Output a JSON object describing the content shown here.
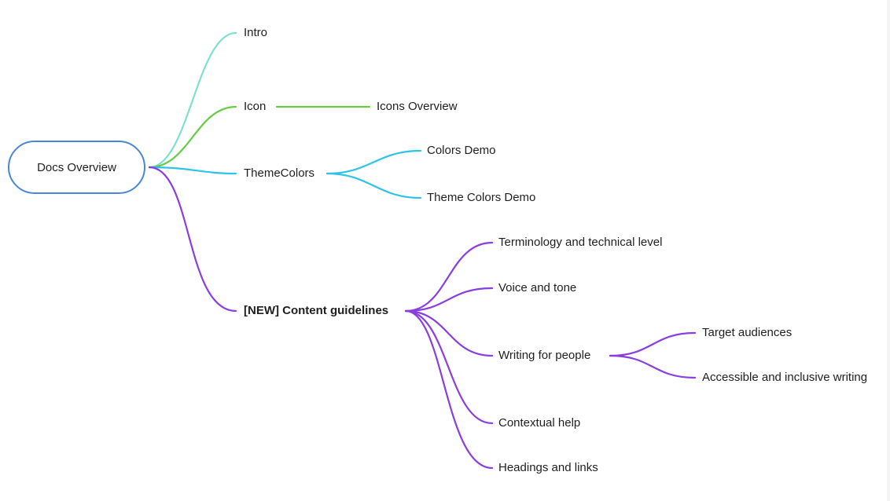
{
  "mindmap": {
    "root": {
      "label": "Docs Overview"
    },
    "nodes": {
      "intro": "Intro",
      "icon": "Icon",
      "icons_overview": "Icons Overview",
      "themecolors": "ThemeColors",
      "colors_demo": "Colors Demo",
      "theme_colors_demo": "Theme Colors Demo",
      "content_guidelines": "[NEW] Content guidelines",
      "terminology": "Terminology and technical level",
      "voice_tone": "Voice and tone",
      "writing_for_people": "Writing for people",
      "target_audiences": "Target audiences",
      "accessible_writing": "Accessible and inclusive writing",
      "contextual_help": "Contextual help",
      "headings_links": "Headings and links"
    },
    "colors": {
      "root_border": "#4a86d8",
      "intro_branch": "#7fdfd0",
      "icon_branch": "#66cc44",
      "themecolors_branch": "#2ec4ea",
      "content_branch": "#8a3ee0"
    }
  }
}
